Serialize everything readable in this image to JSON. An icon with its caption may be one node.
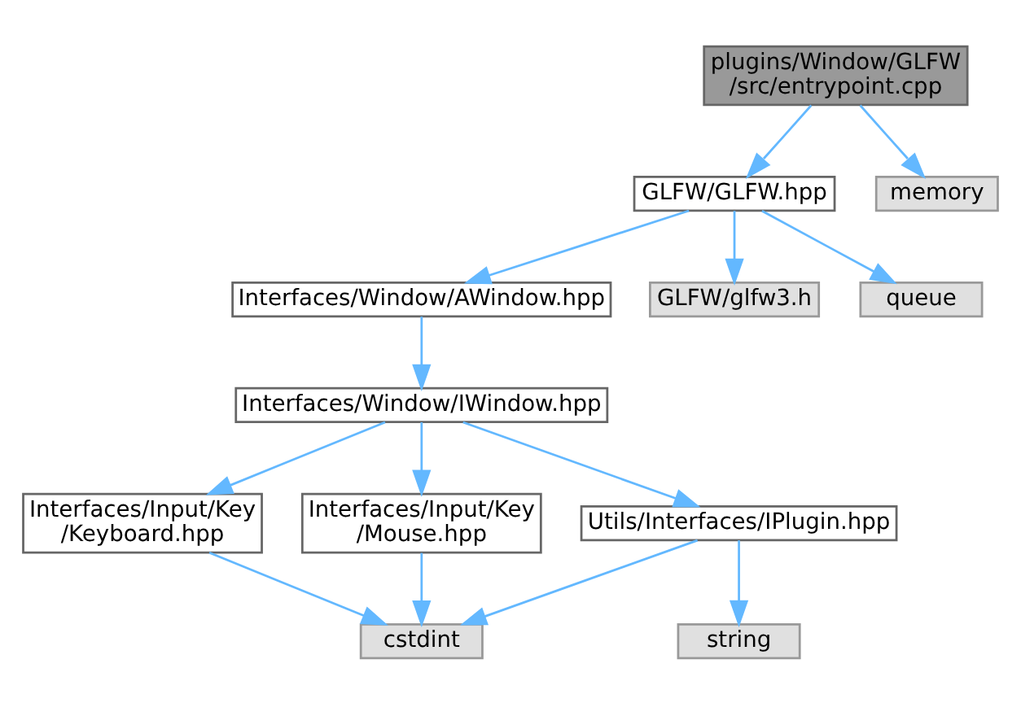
{
  "diagram": {
    "nodes": [
      {
        "text": [
          "plugins/Window/GLFW /src/entrypoint.cpp"
        ]
      },
      {
        "text": [
          "GLFW/GLFW.hpp"
        ]
      },
      {
        "text": [
          "memory"
        ]
      },
      {
        "text": [
          "Interfaces/Window/AWindow.hpp"
        ]
      },
      {
        "text": [
          "GLFW/glfw3.h"
        ]
      },
      {
        "text": [
          "queue"
        ]
      },
      {
        "text": [
          "Interfaces/Window/IWindow.hpp"
        ]
      },
      {
        "text": [
          "Interfaces/Input/Key /Keyboard.hpp"
        ]
      },
      {
        "text": [
          "Interfaces/Input/Key /Mouse.hpp"
        ]
      },
      {
        "text": [
          "Utils/Interfaces/IPlugin.hpp"
        ]
      },
      {
        "text": [
          "cstdint"
        ]
      },
      {
        "text": [
          "string"
        ]
      }
    ],
    "edges": [
      {
        "from": 0,
        "to": 1,
        "arrow": "to"
      },
      {
        "from": 0,
        "to": 2,
        "arrow": "to"
      },
      {
        "from": 1,
        "to": 3,
        "arrow": "to"
      },
      {
        "from": 1,
        "to": 4,
        "arrow": "to"
      },
      {
        "from": 1,
        "to": 5,
        "arrow": "to"
      },
      {
        "from": 3,
        "to": 6,
        "arrow": "to"
      },
      {
        "from": 6,
        "to": 7,
        "arrow": "to"
      },
      {
        "from": 6,
        "to": 8,
        "arrow": "to"
      },
      {
        "from": 6,
        "to": 9,
        "arrow": "to"
      },
      {
        "from": 7,
        "to": 10,
        "arrow": "to"
      },
      {
        "from": 8,
        "to": 10,
        "arrow": "to"
      },
      {
        "from": 9,
        "to": 10,
        "arrow": "to"
      },
      {
        "from": 9,
        "to": 11,
        "arrow": "to"
      }
    ]
  }
}
